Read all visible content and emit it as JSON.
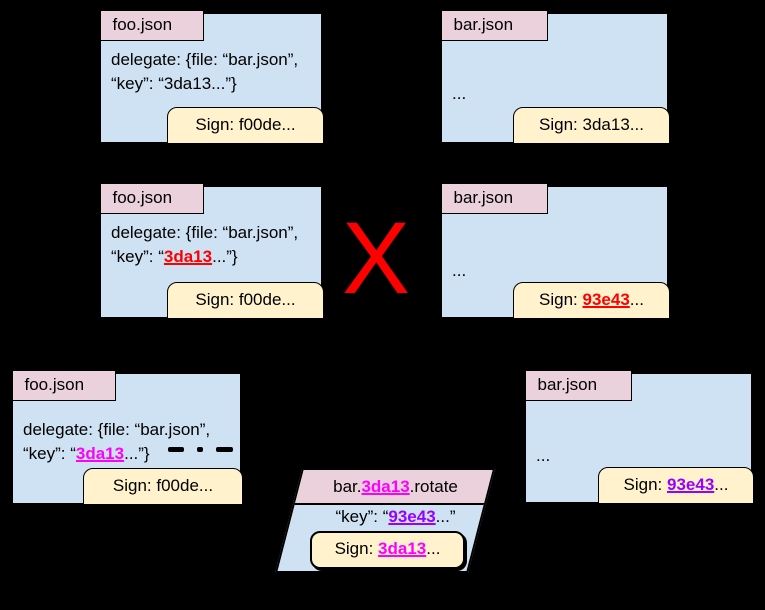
{
  "colors": {
    "background": "#000000",
    "file_fill": "#cfe2f3",
    "tab_fill": "#ead1dc",
    "sign_fill": "#fff2cc",
    "ink": "#000000",
    "invalid_red": "#ff0000",
    "old_key_magenta": "#ff00ff",
    "new_key_purple": "#9900ff"
  },
  "xmark": "X",
  "row1": {
    "foo": {
      "tab": "foo.json",
      "line1": "delegate: {file: “bar.json”,",
      "line2a": "“key”: “",
      "key": "3da13",
      "line2b": "...”}",
      "sign": "Sign: f00de..."
    },
    "bar": {
      "tab": "bar.json",
      "dots": "...",
      "sign": "Sign: 3da13..."
    }
  },
  "row2": {
    "foo": {
      "tab": "foo.json",
      "line1": "delegate: {file: “bar.json”,",
      "line2a": "“key”: “",
      "key": "3da13",
      "line2b": "...”}",
      "sign": "Sign: f00de..."
    },
    "bar": {
      "tab": "bar.json",
      "dots": "...",
      "signa": "Sign: ",
      "signkey": "93e43",
      "signb": "..."
    }
  },
  "row3": {
    "foo": {
      "tab": "foo.json",
      "line1": "delegate: {file: “bar.json”,",
      "line2a": "“key”: “",
      "key": "3da13",
      "line2b": "...”}",
      "sign": "Sign: f00de..."
    },
    "bar": {
      "tab": "bar.json",
      "dots": "...",
      "signa": "Sign: ",
      "signkey": "93e43",
      "signb": "..."
    }
  },
  "rotate": {
    "titlea": "bar.",
    "titlekey": "3da13",
    "titleb": ".rotate",
    "keya": "“key”: “",
    "keykey": "93e43",
    "keyb": "...”",
    "signa": "Sign: ",
    "signkey": "3da13",
    "signb": "..."
  }
}
